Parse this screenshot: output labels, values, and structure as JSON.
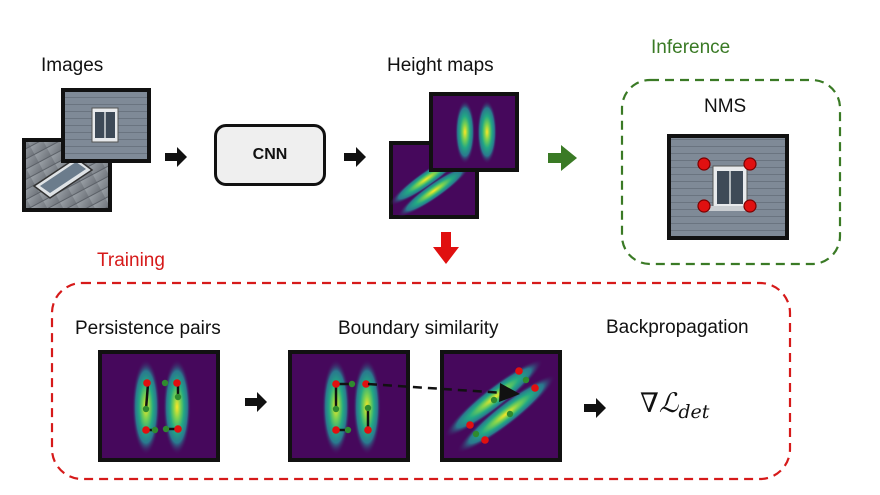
{
  "labels": {
    "images": "Images",
    "cnn": "CNN",
    "height_maps": "Height maps",
    "inference": "Inference",
    "nms": "NMS",
    "training": "Training",
    "persistence_pairs": "Persistence pairs",
    "boundary_similarity": "Boundary similarity",
    "backpropagation": "Backpropagation"
  },
  "formula": {
    "nabla": "∇",
    "loss": "ℒ",
    "sub": "det"
  },
  "colors": {
    "inference_accent": "#3a7a25",
    "training_accent": "#d61a1a",
    "heatmap_background": "#46085c",
    "keypoint_red": "#e01010",
    "keypoint_green": "#2f8a2f"
  }
}
